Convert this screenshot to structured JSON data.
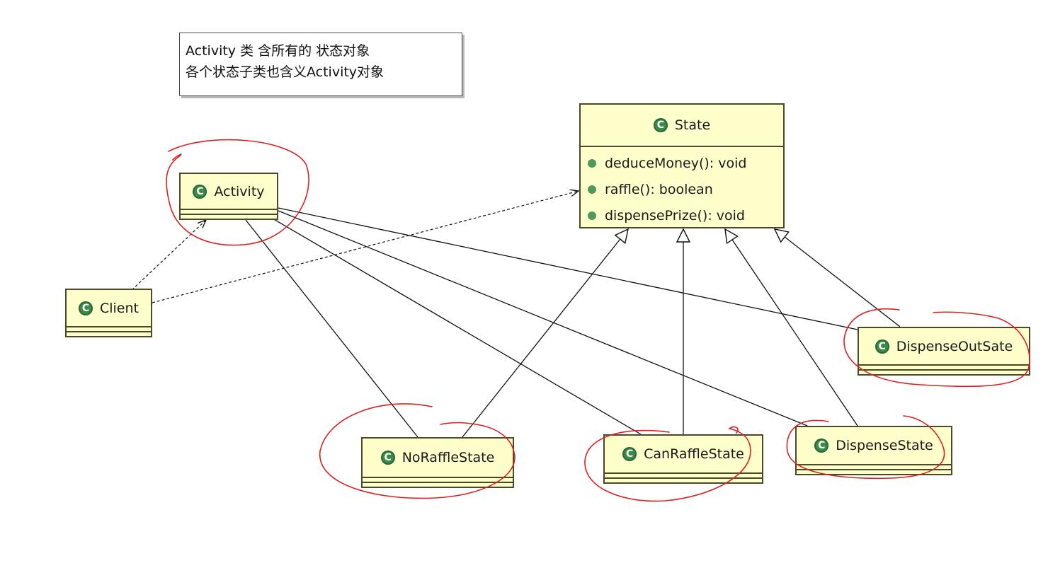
{
  "note": {
    "line1": "Activity 类 含所有的 状态对象",
    "line2": "各个状态子类也含义Activity对象"
  },
  "classes": {
    "state": {
      "name": "State",
      "methods": [
        "deduceMoney(): void",
        "raffle(): boolean",
        "dispensePrize(): void"
      ]
    },
    "activity": {
      "name": "Activity"
    },
    "client": {
      "name": "Client"
    },
    "no_raffle_state": {
      "name": "NoRaffleState"
    },
    "can_raffle_state": {
      "name": "CanRaffleState"
    },
    "dispense_state": {
      "name": "DispenseState"
    },
    "dispense_out_state": {
      "name": "DispenseOutSate"
    }
  },
  "class_icon": "C",
  "icon_names": {
    "class": "class-c-icon",
    "method": "public-method-dot-icon"
  },
  "colors": {
    "class_fill": "#ffffcc",
    "class_border": "#4a4a2a",
    "icon_green": "#3b8a4a",
    "annotation_red": "#e02020",
    "line": "#111111"
  }
}
